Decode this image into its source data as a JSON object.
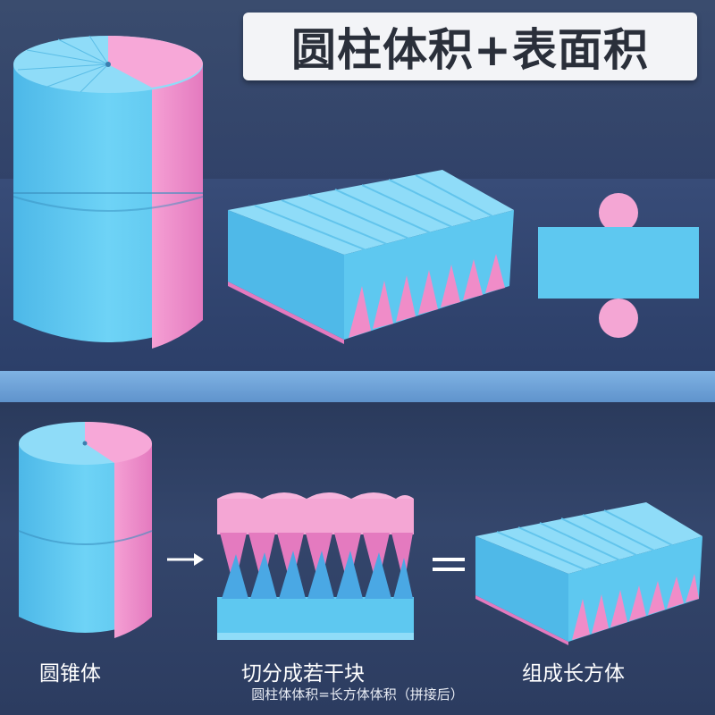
{
  "title": "圆柱体积+表面积",
  "captions": {
    "cylinder": "圆锥体",
    "split": "切分成若干块",
    "assemble": "组成长方体"
  },
  "formula": "圆柱体体积=长方体体积（拼接后）",
  "colors": {
    "blue": "#5ec8f0",
    "pink": "#f08cc8",
    "dark_bg": "#2e3e5e",
    "band": "#6fa5dc"
  }
}
